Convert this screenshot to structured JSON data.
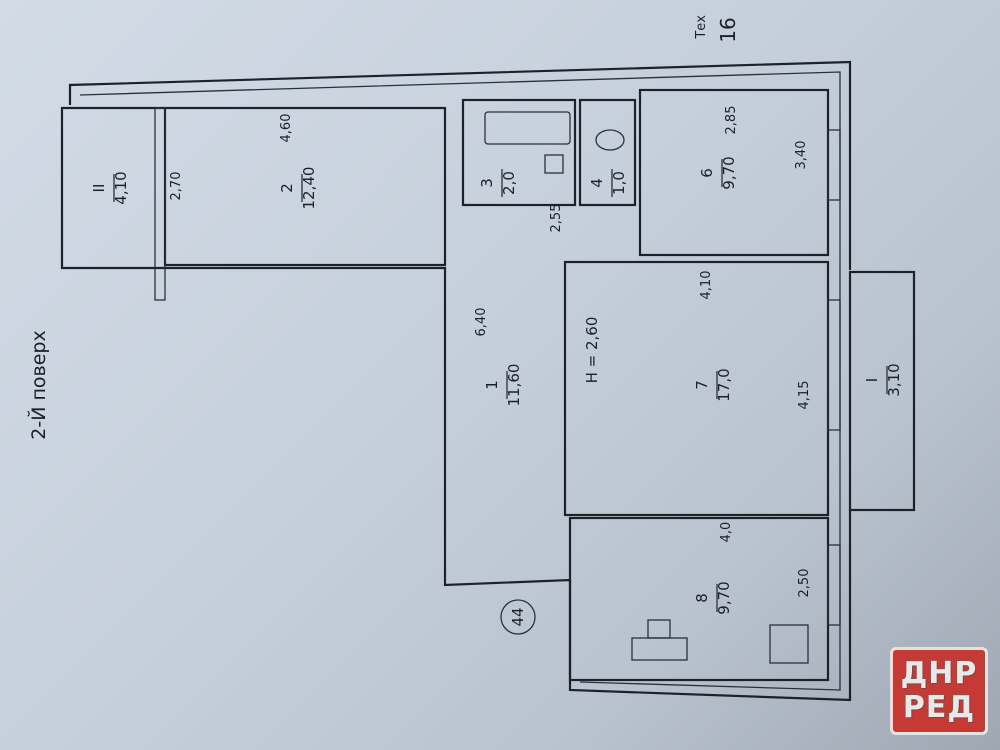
{
  "floor_title": "2-Й поверх",
  "corner_stamp": "Тех",
  "corner_number": "16",
  "apartment_number": "44",
  "ceiling_height": "Н = 2,60",
  "rooms": [
    {
      "num": "II",
      "area": "4,10"
    },
    {
      "num": "2",
      "area": "12,40"
    },
    {
      "num": "3",
      "area": "2,0"
    },
    {
      "num": "4",
      "area": "1,0"
    },
    {
      "num": "6",
      "area": "9,70"
    },
    {
      "num": "1",
      "area": "11,60"
    },
    {
      "num": "7",
      "area": "17,0"
    },
    {
      "num": "8",
      "area": "9,70"
    },
    {
      "num": "I",
      "area": "3,10"
    }
  ],
  "dimensions": [
    "4,60",
    "2,70",
    "2,85",
    "3,40",
    "2,55",
    "6,40",
    "4,10",
    "4,15",
    "4,0",
    "2,50"
  ],
  "logo": {
    "line1": "ДНР",
    "line2": "РЕД"
  }
}
